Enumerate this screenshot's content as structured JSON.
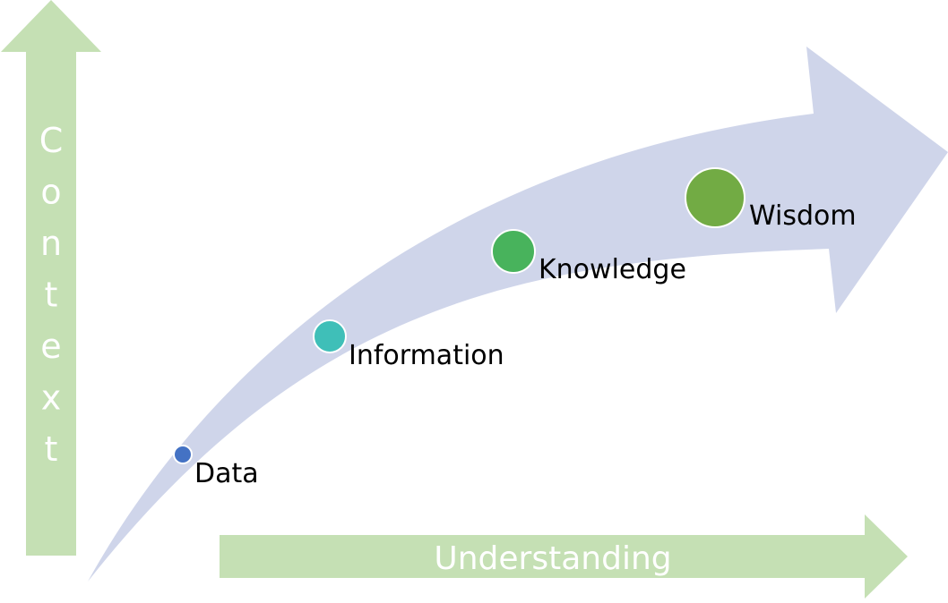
{
  "axes": {
    "vertical_label": "Context",
    "horizontal_label": "Understanding",
    "axis_color": "#c5e0b4",
    "axis_text_color": "#ffffff"
  },
  "curve": {
    "color": "#cfd5ea"
  },
  "stages": [
    {
      "label": "Data",
      "color": "#4472c4"
    },
    {
      "label": "Information",
      "color": "#3fbfb8"
    },
    {
      "label": "Knowledge",
      "color": "#48b35c"
    },
    {
      "label": "Wisdom",
      "color": "#72ab44"
    }
  ]
}
